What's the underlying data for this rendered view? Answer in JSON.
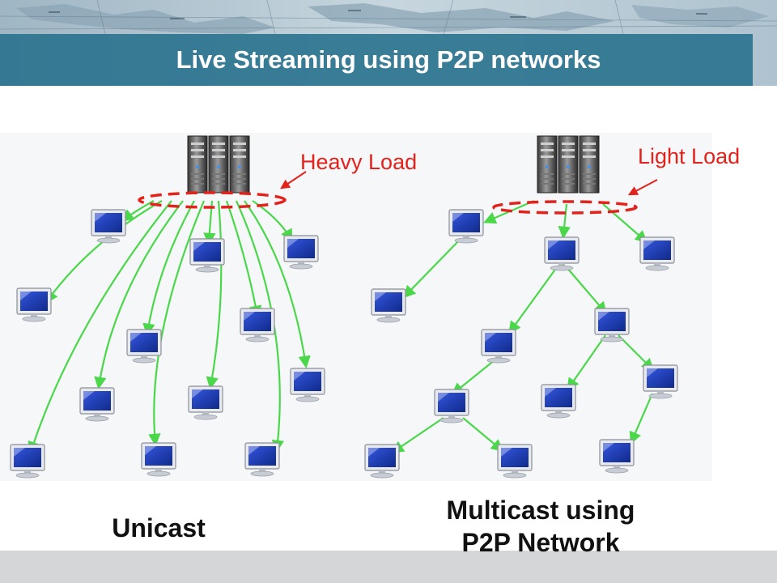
{
  "slide": {
    "title": "Live Streaming using P2P networks"
  },
  "unicast": {
    "load_label": "Heavy Load",
    "caption": "Unicast"
  },
  "multicast": {
    "load_label": "Light Load",
    "caption_line1": "Multicast using",
    "caption_line2": "P2P Network"
  },
  "colors": {
    "title_bar": "#26708c",
    "link": "#4ad84a",
    "load_marker": "#e3221c",
    "monitor_screen": "#1e3fbf"
  },
  "icons": {
    "server": "server-rack-icon",
    "client": "computer-monitor-icon"
  }
}
